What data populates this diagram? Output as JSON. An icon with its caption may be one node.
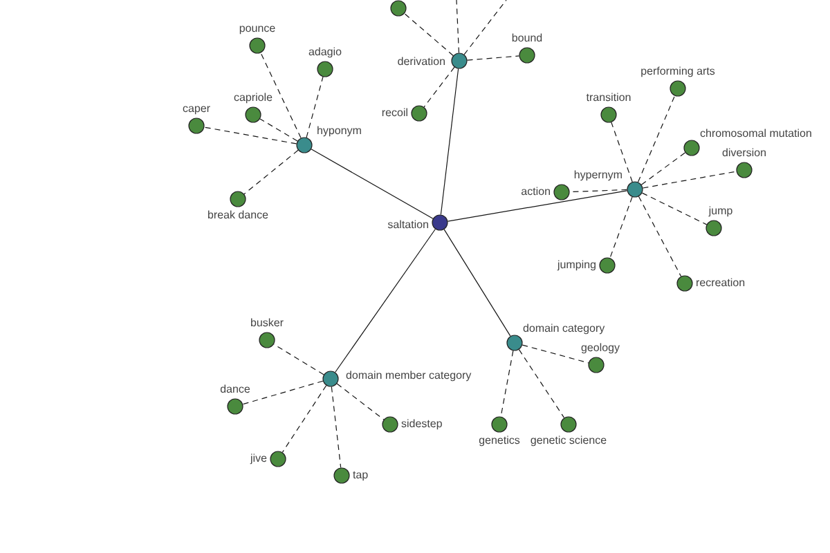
{
  "diagram": {
    "nodes": [
      {
        "text": [
          "saltation"
        ]
      },
      {
        "text": [
          "derivation"
        ]
      },
      {
        "text": [],
        "shape": "circle"
      },
      {
        "text": [
          "recoil"
        ]
      },
      {
        "text": [
          "bound"
        ]
      },
      {
        "text": [
          "hyponym"
        ]
      },
      {
        "text": [
          "pounce"
        ]
      },
      {
        "text": [
          "adagio"
        ]
      },
      {
        "text": [
          "capriole"
        ]
      },
      {
        "text": [
          "caper"
        ]
      },
      {
        "text": [
          "break dance"
        ]
      },
      {
        "text": [
          "hypernym"
        ]
      },
      {
        "text": [
          "performing arts"
        ]
      },
      {
        "text": [
          "transition"
        ]
      },
      {
        "text": [
          "chromosomal mutation"
        ]
      },
      {
        "text": [
          "diversion"
        ]
      },
      {
        "text": [
          "action"
        ]
      },
      {
        "text": [
          "jump"
        ]
      },
      {
        "text": [
          "jumping"
        ]
      },
      {
        "text": [
          "recreation"
        ]
      },
      {
        "text": [
          "domain member category"
        ]
      },
      {
        "text": [
          "busker"
        ]
      },
      {
        "text": [
          "dance"
        ]
      },
      {
        "text": [
          "sidestep"
        ]
      },
      {
        "text": [
          "jive"
        ]
      },
      {
        "text": [
          "tap"
        ]
      },
      {
        "text": [
          "domain category"
        ]
      },
      {
        "text": [
          "geology"
        ]
      },
      {
        "text": [
          "genetics"
        ]
      },
      {
        "text": [
          "genetic science"
        ]
      }
    ],
    "edges": [
      {
        "from": 0,
        "to": 1,
        "arrow": "none"
      },
      {
        "from": 0,
        "to": 5,
        "arrow": "none"
      },
      {
        "from": 0,
        "to": 11,
        "arrow": "none"
      },
      {
        "from": 0,
        "to": 20,
        "arrow": "none"
      },
      {
        "from": 0,
        "to": 26,
        "arrow": "none"
      },
      {
        "from": 1,
        "to": 2,
        "arrow": "none",
        "style": "dashed"
      },
      {
        "from": 1,
        "to": null,
        "arrow": "none",
        "style": "dashed"
      },
      {
        "from": 1,
        "to": null,
        "arrow": "none",
        "style": "dashed"
      },
      {
        "from": 1,
        "to": 3,
        "arrow": "none",
        "style": "dashed"
      },
      {
        "from": 1,
        "to": 4,
        "arrow": "none",
        "style": "dashed"
      },
      {
        "from": 5,
        "to": 6,
        "arrow": "none",
        "style": "dashed"
      },
      {
        "from": 5,
        "to": 7,
        "arrow": "none",
        "style": "dashed"
      },
      {
        "from": 5,
        "to": 8,
        "arrow": "none",
        "style": "dashed"
      },
      {
        "from": 5,
        "to": 9,
        "arrow": "none",
        "style": "dashed"
      },
      {
        "from": 5,
        "to": 10,
        "arrow": "none",
        "style": "dashed"
      },
      {
        "from": 11,
        "to": 12,
        "arrow": "none",
        "style": "dashed"
      },
      {
        "from": 11,
        "to": 13,
        "arrow": "none",
        "style": "dashed"
      },
      {
        "from": 11,
        "to": 14,
        "arrow": "none",
        "style": "dashed"
      },
      {
        "from": 11,
        "to": 15,
        "arrow": "none",
        "style": "dashed"
      },
      {
        "from": 11,
        "to": 16,
        "arrow": "none",
        "style": "dashed"
      },
      {
        "from": 11,
        "to": 17,
        "arrow": "none",
        "style": "dashed"
      },
      {
        "from": 11,
        "to": 18,
        "arrow": "none",
        "style": "dashed"
      },
      {
        "from": 11,
        "to": 19,
        "arrow": "none",
        "style": "dashed"
      },
      {
        "from": 20,
        "to": 21,
        "arrow": "none",
        "style": "dashed"
      },
      {
        "from": 20,
        "to": 22,
        "arrow": "none",
        "style": "dashed"
      },
      {
        "from": 20,
        "to": 23,
        "arrow": "none",
        "style": "dashed"
      },
      {
        "from": 20,
        "to": 24,
        "arrow": "none",
        "style": "dashed"
      },
      {
        "from": 20,
        "to": 25,
        "arrow": "none",
        "style": "dashed"
      },
      {
        "from": 26,
        "to": 27,
        "arrow": "none",
        "style": "dashed"
      },
      {
        "from": 26,
        "to": 28,
        "arrow": "none",
        "style": "dashed"
      },
      {
        "from": 26,
        "to": 29,
        "arrow": "none",
        "style": "dashed"
      }
    ]
  }
}
